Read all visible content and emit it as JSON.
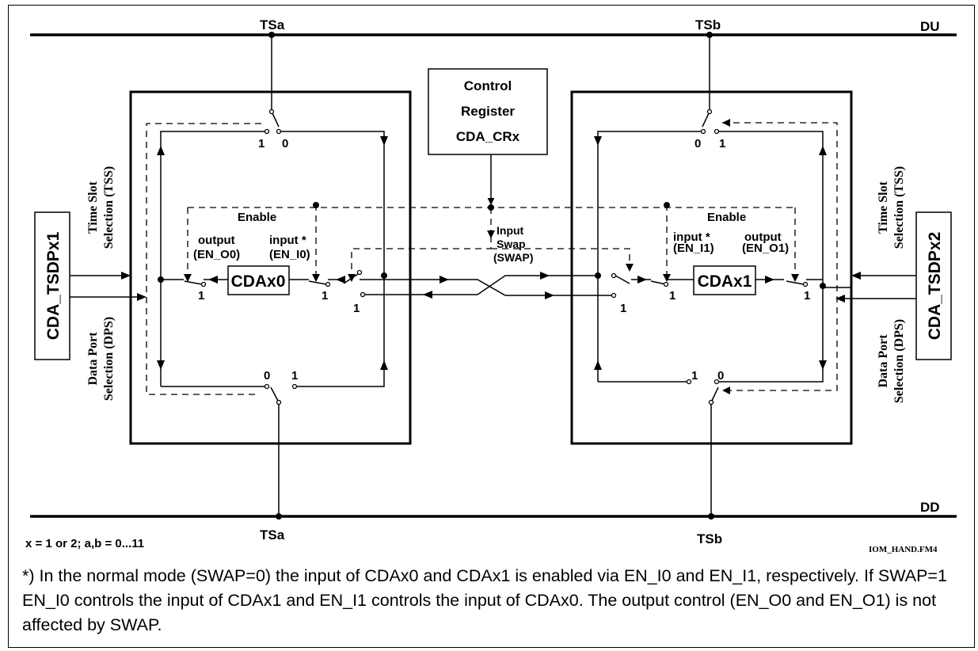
{
  "buses": {
    "top": "DU",
    "bottom": "DD"
  },
  "time_slots": {
    "a_top": "TSa",
    "b_top": "TSb",
    "a_bottom": "TSa",
    "b_bottom": "TSb"
  },
  "control_register": {
    "line1": "Control",
    "line2": "Register",
    "line3": "CDA_CRx"
  },
  "cda0": {
    "name": "CDAx0",
    "enable": "Enable",
    "output_label": "output",
    "output_signal": "(EN_O0)",
    "input_label": "input *",
    "input_signal": "(EN_I0)"
  },
  "cda1": {
    "name": "CDAx1",
    "enable": "Enable",
    "output_label": "output",
    "output_signal": "(EN_O1)",
    "input_label": "input *",
    "input_signal": "(EN_I1)"
  },
  "swap": {
    "line1": "Input",
    "line2": "Swap",
    "line3": "(SWAP)"
  },
  "tsdp": {
    "left": "CDA_TSDPx1",
    "right": "CDA_TSDPx2"
  },
  "selection": {
    "tss_line1": "Time Slot",
    "tss_line2": "Selection (TSS)",
    "dps_line1": "Data Port",
    "dps_line2": "Selection (DPS)"
  },
  "switch_labels": {
    "zero": "0",
    "one": "1"
  },
  "legend": "x = 1 or 2; a,b = 0...11",
  "file_id": "IOM_HAND.FM4",
  "footnote": "*) In the normal mode (SWAP=0) the input of CDAx0 and CDAx1 is enabled via EN_I0 and EN_I1, respectively. If SWAP=1 EN_I0 controls the input of CDAx1 and EN_I1 controls the input of CDAx0. The output control (EN_O0 and EN_O1) is not affected by SWAP."
}
